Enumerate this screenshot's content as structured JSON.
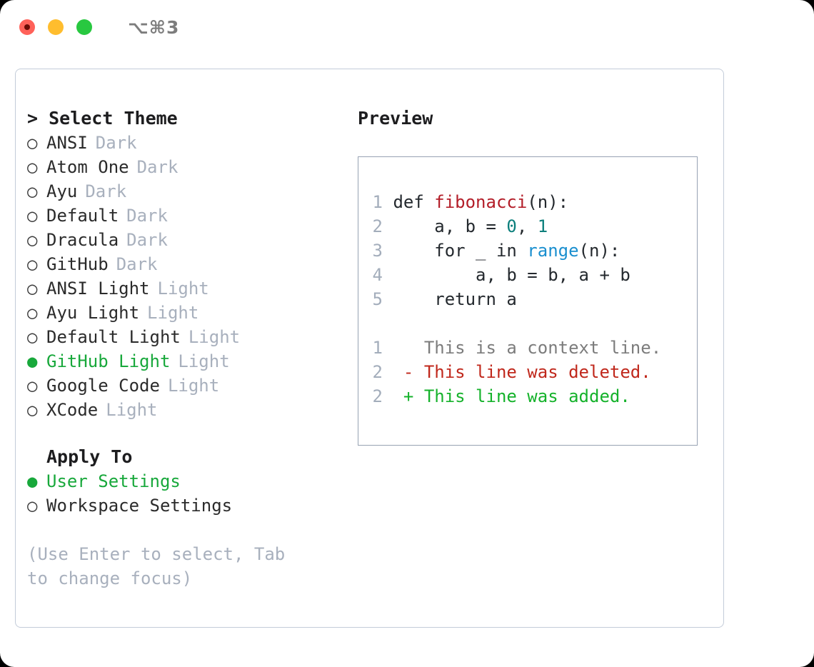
{
  "titlebar": {
    "lights": [
      {
        "name": "close",
        "color": "#ff6159"
      },
      {
        "name": "minimize",
        "color": "#ffbd2e"
      },
      {
        "name": "zoom",
        "color": "#28c840"
      }
    ],
    "shortcut": "⌥⌘3"
  },
  "left": {
    "heading": "> Select Theme",
    "themes": [
      {
        "marker": "○",
        "name": "ANSI",
        "tag": "Dark",
        "selected": false
      },
      {
        "marker": "○",
        "name": "Atom One",
        "tag": "Dark",
        "selected": false
      },
      {
        "marker": "○",
        "name": "Ayu",
        "tag": "Dark",
        "selected": false
      },
      {
        "marker": "○",
        "name": "Default",
        "tag": "Dark",
        "selected": false
      },
      {
        "marker": "○",
        "name": "Dracula",
        "tag": "Dark",
        "selected": false
      },
      {
        "marker": "○",
        "name": "GitHub",
        "tag": "Dark",
        "selected": false
      },
      {
        "marker": "○",
        "name": "ANSI Light",
        "tag": "Light",
        "selected": false
      },
      {
        "marker": "○",
        "name": "Ayu Light",
        "tag": "Light",
        "selected": false
      },
      {
        "marker": "○",
        "name": "Default Light",
        "tag": "Light",
        "selected": false
      },
      {
        "marker": "●",
        "name": "GitHub Light",
        "tag": "Light",
        "selected": true
      },
      {
        "marker": "○",
        "name": "Google Code",
        "tag": "Light",
        "selected": false
      },
      {
        "marker": "○",
        "name": "XCode",
        "tag": "Light",
        "selected": false
      }
    ],
    "apply_to_heading": "Apply To",
    "apply_to": [
      {
        "marker": "●",
        "name": "User Settings",
        "selected": true
      },
      {
        "marker": "○",
        "name": "Workspace Settings",
        "selected": false
      }
    ],
    "hint": "(Use Enter to select, Tab to change focus)"
  },
  "right": {
    "heading": "Preview",
    "code": [
      {
        "n": "1",
        "indent": "",
        "segments": [
          {
            "text": "def ",
            "tok": "plain"
          },
          {
            "text": "fibonacci",
            "tok": "fn"
          },
          {
            "text": "(n):",
            "tok": "plain"
          }
        ]
      },
      {
        "n": "2",
        "indent": "",
        "segments": [
          {
            "text": "    a, b = ",
            "tok": "plain"
          },
          {
            "text": "0",
            "tok": "num"
          },
          {
            "text": ", ",
            "tok": "plain"
          },
          {
            "text": "1",
            "tok": "num"
          }
        ]
      },
      {
        "n": "3",
        "indent": "",
        "segments": [
          {
            "text": "    for _ in ",
            "tok": "plain"
          },
          {
            "text": "range",
            "tok": "call"
          },
          {
            "text": "(n):",
            "tok": "plain"
          }
        ]
      },
      {
        "n": "4",
        "indent": "",
        "segments": [
          {
            "text": "        a, b = b, a + b",
            "tok": "plain"
          }
        ]
      },
      {
        "n": "5",
        "indent": "",
        "segments": [
          {
            "text": "    return a",
            "tok": "plain"
          }
        ]
      }
    ],
    "diff": [
      {
        "n": "1",
        "sign": "  ",
        "text": "This is a context line.",
        "kind": "ctx"
      },
      {
        "n": "2",
        "sign": "- ",
        "text": "This line was deleted.",
        "kind": "del"
      },
      {
        "n": "2",
        "sign": "+ ",
        "text": "This line was added.",
        "kind": "add"
      }
    ]
  },
  "colors": {
    "accent_green": "#18a83b",
    "muted": "#a8b0bd",
    "fn": "#b31d28",
    "num": "#0c7f7c",
    "call": "#1a8fcf",
    "diff_del": "#c0281c",
    "diff_add": "#15b22b",
    "panel_border": "#c3ccd9",
    "preview_border": "#97a2b3"
  }
}
